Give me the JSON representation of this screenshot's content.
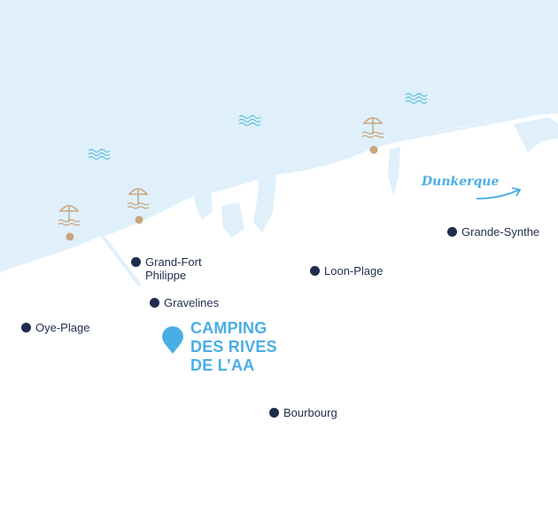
{
  "colors": {
    "sea": "#dff0fb",
    "land": "#ffffff",
    "water_icon": "#5bc0de",
    "town_dot": "#1f2d4d",
    "town_text": "#1f2d4d",
    "accent": "#4aaee6",
    "beach": "#c8a57e"
  },
  "icons": {
    "beach": "beach-umbrella-icon",
    "waves": "waves-icon",
    "camp": "location-pin-icon",
    "arrow": "curved-arrow-icon"
  },
  "camping": {
    "label": "CAMPING\nDES RIVES\nDE L’AA"
  },
  "direction": {
    "label": "Dunkerque"
  },
  "towns": [
    {
      "id": "grand-fort-philippe",
      "name": "Grand-Fort\nPhilippe"
    },
    {
      "id": "gravelines",
      "name": "Gravelines"
    },
    {
      "id": "oye-plage",
      "name": "Oye-Plage"
    },
    {
      "id": "loon-plage",
      "name": "Loon-Plage"
    },
    {
      "id": "grande-synthe",
      "name": "Grande-Synthe"
    },
    {
      "id": "bourbourg",
      "name": "Bourbourg"
    }
  ]
}
